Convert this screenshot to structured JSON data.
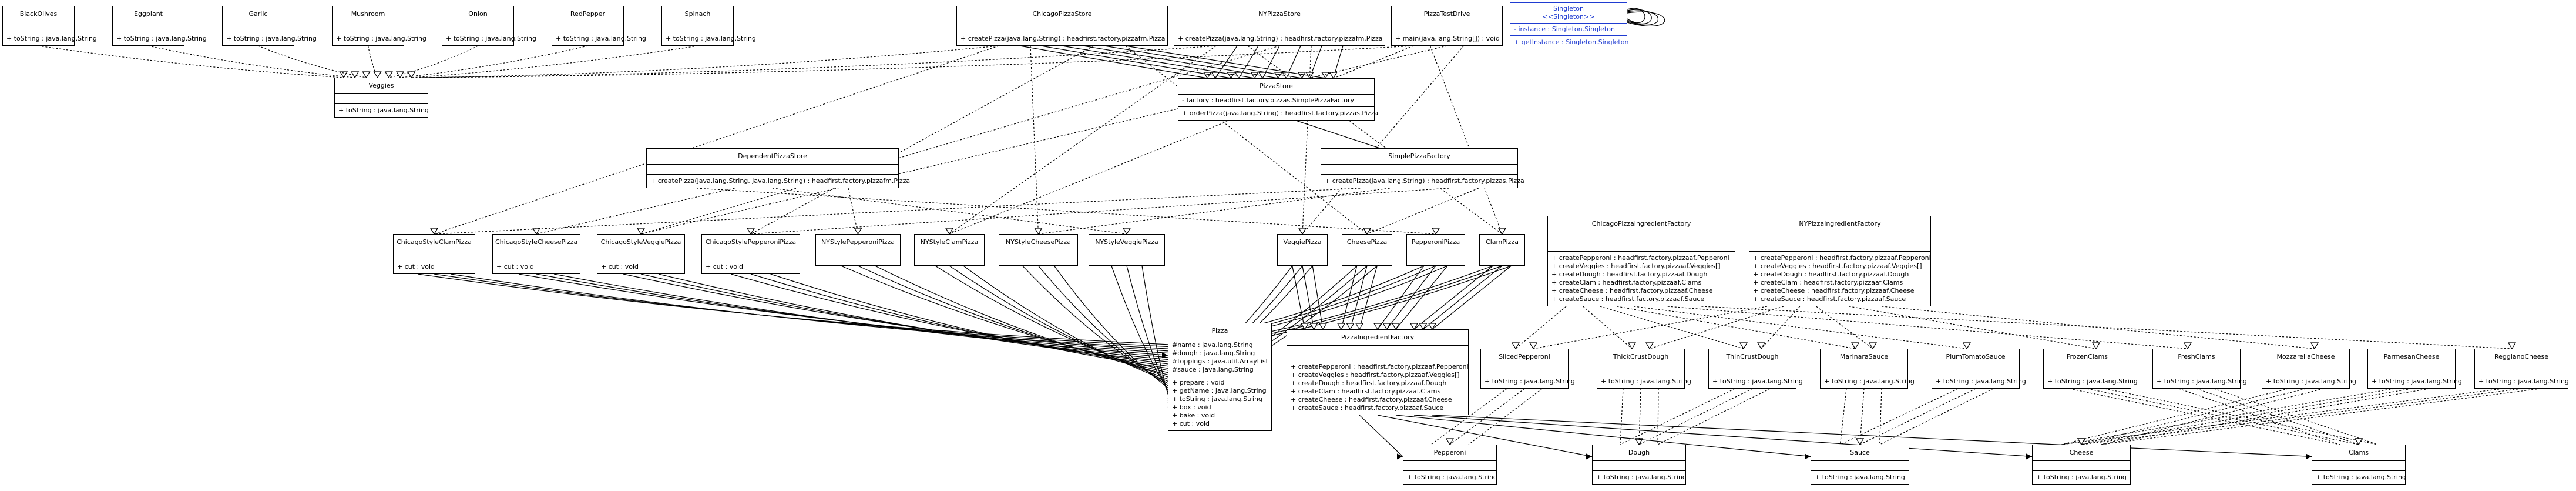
{
  "classes": {
    "blackolives": {
      "name": "BlackOlives",
      "fields": [],
      "methods": [
        "+ toString : java.lang.String"
      ]
    },
    "eggplant": {
      "name": "Eggplant",
      "fields": [],
      "methods": [
        "+ toString : java.lang.String"
      ]
    },
    "garlic": {
      "name": "Garlic",
      "fields": [],
      "methods": [
        "+ toString : java.lang.String"
      ]
    },
    "mushroom": {
      "name": "Mushroom",
      "fields": [],
      "methods": [
        "+ toString : java.lang.String"
      ]
    },
    "onion": {
      "name": "Onion",
      "fields": [],
      "methods": [
        "+ toString : java.lang.String"
      ]
    },
    "redpepper": {
      "name": "RedPepper",
      "fields": [],
      "methods": [
        "+ toString : java.lang.String"
      ]
    },
    "spinach": {
      "name": "Spinach",
      "fields": [],
      "methods": [
        "+ toString : java.lang.String"
      ]
    },
    "veggies": {
      "name": "Veggies",
      "fields": [],
      "methods": [
        "+ toString : java.lang.String"
      ]
    },
    "chicagopizzastore": {
      "name": "ChicagoPizzaStore",
      "fields": [],
      "methods": [
        "+ createPizza(java.lang.String) : headfirst.factory.pizzafm.Pizza"
      ]
    },
    "nypizzastore": {
      "name": "NYPizzaStore",
      "fields": [],
      "methods": [
        "+ createPizza(java.lang.String) : headfirst.factory.pizzafm.Pizza"
      ]
    },
    "pizzatestdrive": {
      "name": "PizzaTestDrive",
      "fields": [],
      "methods": [
        "+ main(java.lang.String[]) : void"
      ]
    },
    "singleton": {
      "name": "Singleton",
      "stereotype": "<<Singleton>>",
      "fields": [
        "- instance : Singleton.Singleton"
      ],
      "methods": [
        "+ getInstance : Singleton.Singleton"
      ]
    },
    "pizzastore": {
      "name": "PizzaStore",
      "fields": [
        "- factory : headfirst.factory.pizzas.SimplePizzaFactory"
      ],
      "methods": [
        "+ orderPizza(java.lang.String) : headfirst.factory.pizzas.Pizza"
      ]
    },
    "simplepizzafactory": {
      "name": "SimplePizzaFactory",
      "fields": [],
      "methods": [
        "+ createPizza(java.lang.String) : headfirst.factory.pizzas.Pizza"
      ]
    },
    "dependentpizzastore": {
      "name": "DependentPizzaStore",
      "fields": [],
      "methods": [
        "+ createPizza(java.lang.String, java.lang.String) : headfirst.factory.pizzafm.Pizza"
      ]
    },
    "chicagostyleclampizza": {
      "name": "ChicagoStyleClamPizza",
      "fields": [],
      "methods": [
        "+ cut : void"
      ]
    },
    "chicagostylecheesepizza": {
      "name": "ChicagoStyleCheesePizza",
      "fields": [],
      "methods": [
        "+ cut : void"
      ]
    },
    "chicagostyleveggiepizza": {
      "name": "ChicagoStyleVeggiePizza",
      "fields": [],
      "methods": [
        "+ cut : void"
      ]
    },
    "chicagostylepepperonipizza": {
      "name": "ChicagoStylePepperoniPizza",
      "fields": [],
      "methods": [
        "+ cut : void"
      ]
    },
    "nystylepepperonipizza": {
      "name": "NYStylePepperoniPizza",
      "fields": [],
      "methods": []
    },
    "nystyleclampizza": {
      "name": "NYStyleClamPizza",
      "fields": [],
      "methods": []
    },
    "nystylecheesepizza": {
      "name": "NYStyleCheesePizza",
      "fields": [],
      "methods": []
    },
    "nystyleveggiepizza": {
      "name": "NYStyleVeggiePizza",
      "fields": [],
      "methods": []
    },
    "veggiepizza": {
      "name": "VeggiePizza",
      "fields": [],
      "methods": []
    },
    "cheesepizza": {
      "name": "CheesePizza",
      "fields": [],
      "methods": []
    },
    "pepperonipizza": {
      "name": "PepperoniPizza",
      "fields": [],
      "methods": []
    },
    "clampizza": {
      "name": "ClamPizza",
      "fields": [],
      "methods": []
    },
    "chicagopizzaingredientfactory": {
      "name": "ChicagoPizzaIngredientFactory",
      "fields": [],
      "methods": [
        "+ createPepperoni : headfirst.factory.pizzaaf.Pepperoni",
        "+ createVeggies : headfirst.factory.pizzaaf.Veggies[]",
        "+ createDough : headfirst.factory.pizzaaf.Dough",
        "+ createClam : headfirst.factory.pizzaaf.Clams",
        "+ createCheese : headfirst.factory.pizzaaf.Cheese",
        "+ createSauce : headfirst.factory.pizzaaf.Sauce"
      ]
    },
    "nypizzaingredientfactory": {
      "name": "NYPizzaIngredientFactory",
      "fields": [],
      "methods": [
        "+ createPepperoni : headfirst.factory.pizzaaf.Pepperoni",
        "+ createVeggies : headfirst.factory.pizzaaf.Veggies[]",
        "+ createDough : headfirst.factory.pizzaaf.Dough",
        "+ createClam : headfirst.factory.pizzaaf.Clams",
        "+ createCheese : headfirst.factory.pizzaaf.Cheese",
        "+ createSauce : headfirst.factory.pizzaaf.Sauce"
      ]
    },
    "pizza": {
      "name": "Pizza",
      "fields": [
        "#name : java.lang.String",
        "#dough : java.lang.String",
        "#toppings : java.util.ArrayList",
        "#sauce : java.lang.String"
      ],
      "methods": [
        "+ prepare : void",
        "+ getName : java.lang.String",
        "+ toString : java.lang.String",
        "+ box : void",
        "+ bake : void",
        "+ cut : void"
      ]
    },
    "pizzaingredientfactory": {
      "name": "PizzaIngredientFactory",
      "fields": [],
      "methods": [
        "+ createPepperoni : headfirst.factory.pizzaaf.Pepperoni",
        "+ createVeggies : headfirst.factory.pizzaaf.Veggies[]",
        "+ createDough : headfirst.factory.pizzaaf.Dough",
        "+ createClam : headfirst.factory.pizzaaf.Clams",
        "+ createCheese : headfirst.factory.pizzaaf.Cheese",
        "+ createSauce : headfirst.factory.pizzaaf.Sauce"
      ]
    },
    "slicedpepperoni": {
      "name": "SlicedPepperoni",
      "fields": [],
      "methods": [
        "+ toString : java.lang.String"
      ]
    },
    "thickcrustdough": {
      "name": "ThickCrustDough",
      "fields": [],
      "methods": [
        "+ toString : java.lang.String"
      ]
    },
    "thincrustdough": {
      "name": "ThinCrustDough",
      "fields": [],
      "methods": [
        "+ toString : java.lang.String"
      ]
    },
    "marinarasauce": {
      "name": "MarinaraSauce",
      "fields": [],
      "methods": [
        "+ toString : java.lang.String"
      ]
    },
    "plumtomatosauce": {
      "name": "PlumTomatoSauce",
      "fields": [],
      "methods": [
        "+ toString : java.lang.String"
      ]
    },
    "frozenclams": {
      "name": "FrozenClams",
      "fields": [],
      "methods": [
        "+ toString : java.lang.String"
      ]
    },
    "freshclams": {
      "name": "FreshClams",
      "fields": [],
      "methods": [
        "+ toString : java.lang.String"
      ]
    },
    "mozzarellacheese": {
      "name": "MozzarellaCheese",
      "fields": [],
      "methods": [
        "+ toString : java.lang.String"
      ]
    },
    "parmesancheese": {
      "name": "ParmesanCheese",
      "fields": [],
      "methods": [
        "+ toString : java.lang.String"
      ]
    },
    "reggianocheese": {
      "name": "ReggianoCheese",
      "fields": [],
      "methods": [
        "+ toString : java.lang.String"
      ]
    },
    "pepperoni": {
      "name": "Pepperoni",
      "fields": [],
      "methods": [
        "+ toString : java.lang.String"
      ]
    },
    "sauce": {
      "name": "Sauce",
      "fields": [],
      "methods": [
        "+ toString : java.lang.String"
      ]
    },
    "dough": {
      "name": "Dough",
      "fields": [],
      "methods": [
        "+ toString : java.lang.String"
      ]
    },
    "cheese": {
      "name": "Cheese",
      "fields": [],
      "methods": [
        "+ toString : java.lang.String"
      ]
    },
    "clams": {
      "name": "Clams",
      "fields": [],
      "methods": [
        "+ toString : java.lang.String"
      ]
    }
  },
  "colors": {
    "line": "#000000",
    "singleton": "#1f3bd1",
    "background": "#ffffff"
  }
}
